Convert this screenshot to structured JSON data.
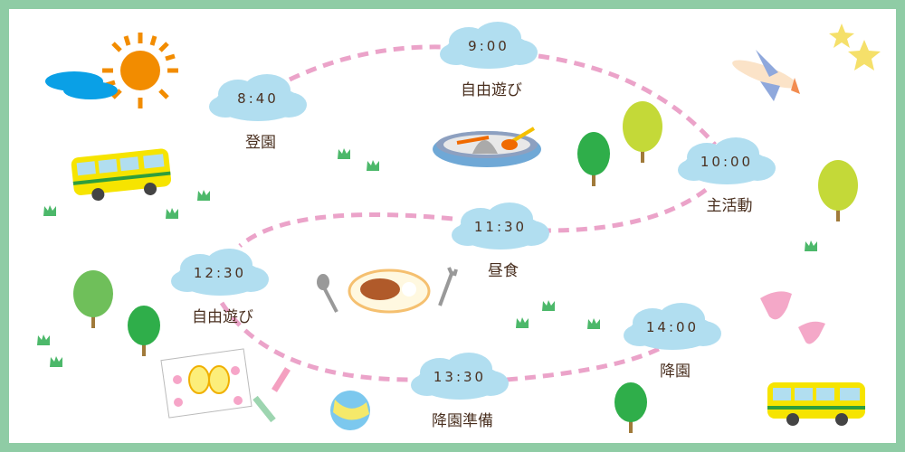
{
  "schedule": [
    {
      "time": "8:40",
      "activity": "登園"
    },
    {
      "time": "9:00",
      "activity": "自由遊び"
    },
    {
      "time": "10:00",
      "activity": "主活動"
    },
    {
      "time": "11:30",
      "activity": "昼食"
    },
    {
      "time": "12:30",
      "activity": "自由遊び"
    },
    {
      "time": "13:30",
      "activity": "降園準備"
    },
    {
      "time": "14:00",
      "activity": "降園"
    }
  ],
  "colors": {
    "border": "#8fcca5",
    "path": "#eba3c9",
    "cloud": "#b1def0",
    "text": "#4a3020"
  }
}
